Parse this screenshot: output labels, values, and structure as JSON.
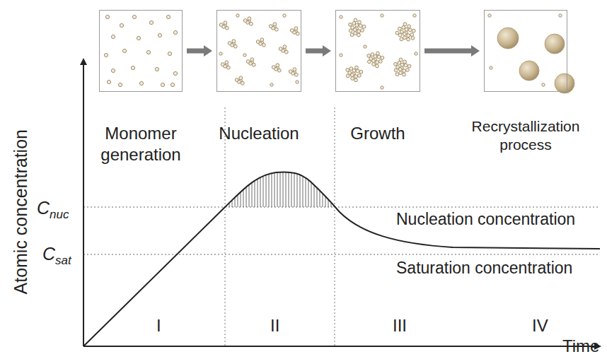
{
  "diagram": {
    "nodes": [
      {
        "text": [
          "Monomer generation"
        ]
      },
      {
        "text": [
          "Nucleation"
        ]
      },
      {
        "text": [
          "Growth"
        ]
      },
      {
        "text": [
          "Recrystallization process"
        ]
      }
    ],
    "edges": [
      {
        "from": 0,
        "to": 1,
        "arrow": "to"
      },
      {
        "from": 1,
        "to": 2,
        "arrow": "to"
      },
      {
        "from": 2,
        "to": 3,
        "arrow": "to"
      }
    ],
    "labels": [
      "Atomic concentration",
      "Cnuc",
      "Csat",
      "Nucleation concentration",
      "Saturation concentration",
      "I",
      "II",
      "III",
      "IV",
      "Time"
    ]
  }
}
